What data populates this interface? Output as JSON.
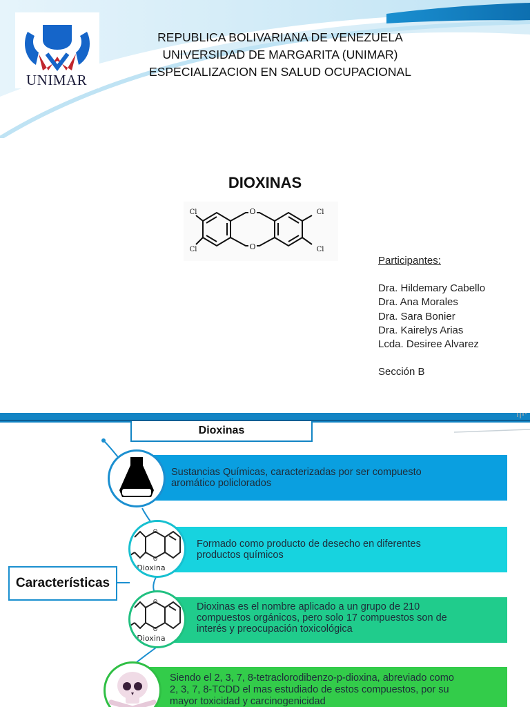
{
  "slide1": {
    "logo_text": "UNIMAR",
    "header_lines": [
      "REPUBLICA BOLIVARIANA DE VENEZUELA",
      "UNIVERSIDAD DE MARGARITA (UNIMAR)",
      "ESPECIALIZACION EN SALUD OCUPACIONAL"
    ],
    "title": "DIOXINAS",
    "molecule_labels": {
      "cl": "Cl",
      "o": "O"
    },
    "participants_label": "Participantes:",
    "participants": [
      "Dra. Hildemary Cabello",
      "Dra.  Ana Morales",
      "Dra. Sara Bonier",
      "Dra.  Kairelys Arias",
      "Lcda. Desiree Alvarez"
    ],
    "section": "Sección B"
  },
  "slide2": {
    "tab_title": "Dioxinas",
    "side_label": "Características",
    "dioxina_caption": "Dioxina",
    "cards": [
      {
        "lines": [
          "Sustancias Químicas, caracterizadas por ser compuesto",
          "aromático policlorados"
        ]
      },
      {
        "lines": [
          "Formado como producto de desecho en diferentes",
          "productos químicos"
        ]
      },
      {
        "lines": [
          "Dioxinas es el nombre aplicado a un grupo de 210",
          "compuestos orgánicos, pero solo 17 compuestos son de",
          "interés y preocupación toxicológica"
        ]
      },
      {
        "lines": [
          "Siendo el 2, 3, 7, 8-tetraclorodibenzo-p-dioxina, abreviado como",
          "2, 3, 7, 8-TCDD el mas estudiado de estos compuestos, por su",
          "mayor toxicidad y carcinogenicidad"
        ]
      }
    ]
  },
  "colors": {
    "primary_blue": "#1284c4",
    "card1": "#0a9fe0",
    "card2": "#17d3df",
    "card3": "#20cc8c",
    "card4": "#33cc4a"
  }
}
